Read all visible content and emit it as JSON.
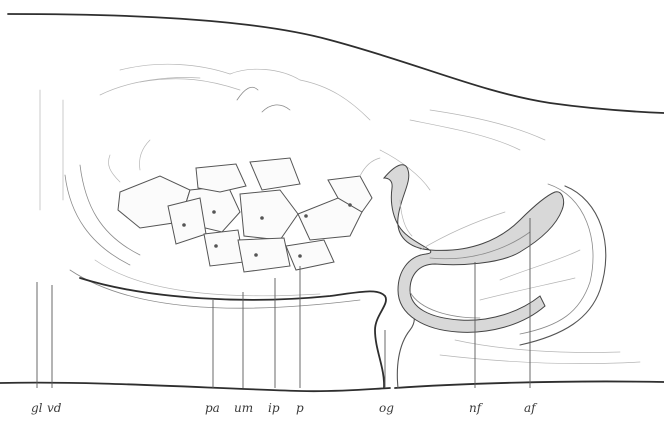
{
  "figure": {
    "labels": {
      "gl": "gl",
      "vd": "vd",
      "pa": "pa",
      "um": "um",
      "ip": "ip",
      "p": "p",
      "og": "og",
      "nf": "nf",
      "af": "af"
    }
  }
}
